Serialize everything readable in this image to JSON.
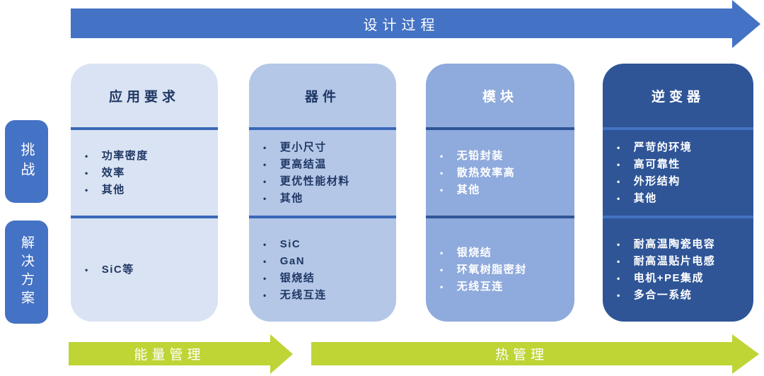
{
  "design_process_arrow": {
    "label": "设计过程"
  },
  "side_labels": {
    "challenges": "挑战",
    "solutions": "解决方案"
  },
  "columns": [
    {
      "id": "application-requirements",
      "title": "应用要求",
      "challenges": [
        "功率密度",
        "效率",
        "其他"
      ],
      "solutions": [
        "SiC等"
      ],
      "colors": {
        "bg": "#DAE3F3",
        "text": "#1F3864",
        "divider": "#3A67B8"
      }
    },
    {
      "id": "devices",
      "title": "器件",
      "challenges": [
        "更小尺寸",
        "更高结温",
        "更优性能材料",
        "其他"
      ],
      "solutions": [
        "SiC",
        "GaN",
        "银烧结",
        "无线互连"
      ],
      "colors": {
        "bg": "#B4C7E7",
        "text": "#1F3864",
        "divider": "#3A67B8"
      }
    },
    {
      "id": "modules",
      "title": "模块",
      "challenges": [
        "无铅封装",
        "散热效率高",
        "其他"
      ],
      "solutions": [
        "银烧结",
        "环氧树脂密封",
        "无线互连"
      ],
      "colors": {
        "bg": "#8FAADC",
        "text": "#FFFFFF",
        "divider": "#2F5597"
      }
    },
    {
      "id": "inverter",
      "title": "逆变器",
      "challenges": [
        "严苛的环境",
        "高可靠性",
        "外形结构",
        "其他"
      ],
      "solutions": [
        "耐高温陶瓷电容",
        "耐高温贴片电感",
        "电机+PE集成",
        "多合一系统"
      ],
      "colors": {
        "bg": "#2F5597",
        "text": "#FFFFFF",
        "divider": "#4472C4"
      }
    }
  ],
  "bottom_arrows": [
    {
      "id": "energy-management",
      "label": "能量管理"
    },
    {
      "id": "thermal-management",
      "label": "热管理"
    }
  ],
  "palette": {
    "primary_blue": "#4472C4",
    "dark_blue": "#2F5597",
    "green": "#BFD435"
  }
}
